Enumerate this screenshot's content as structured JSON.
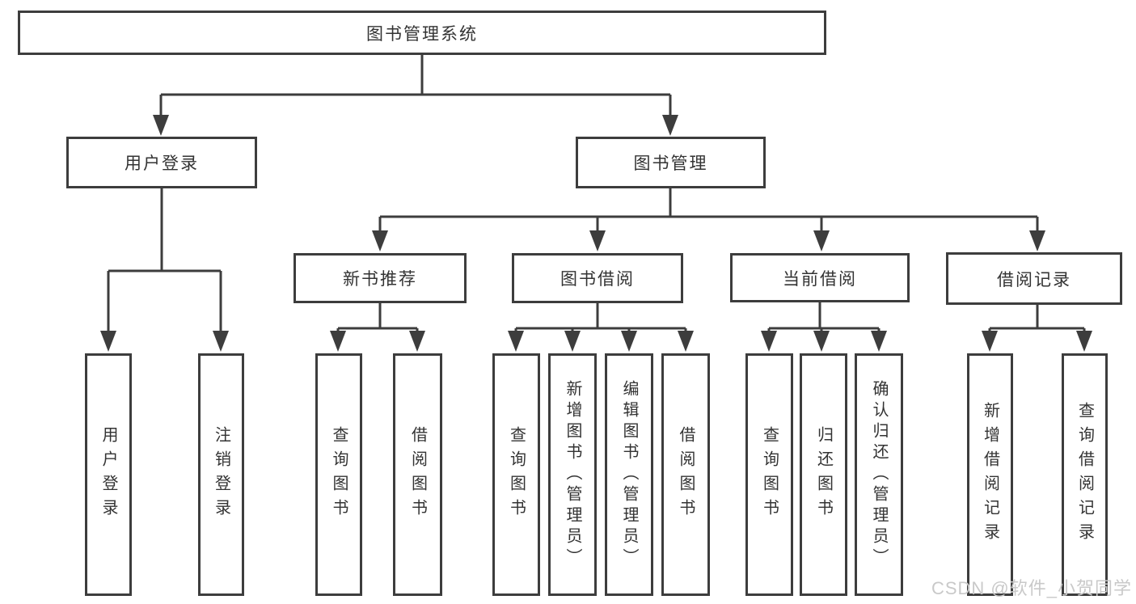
{
  "colors": {
    "background": "#ffffff",
    "line": "#3d3d3d",
    "text": "#333333",
    "watermark": "#c9c9c9"
  },
  "watermark": {
    "text": "CSDN @软件_小贺同学"
  },
  "tree": {
    "root": {
      "label": "图书管理系统"
    },
    "branches": [
      {
        "label": "用户登录",
        "children": [
          {
            "label": "用户登录"
          },
          {
            "label": "注销登录"
          }
        ]
      },
      {
        "label": "图书管理",
        "children": [
          {
            "label": "新书推荐",
            "children": [
              {
                "label": "查询图书"
              },
              {
                "label": "借阅图书"
              }
            ]
          },
          {
            "label": "图书借阅",
            "children": [
              {
                "label": "查询图书"
              },
              {
                "label": "新增图书（管理员）"
              },
              {
                "label": "编辑图书（管理员）"
              },
              {
                "label": "借阅图书"
              }
            ]
          },
          {
            "label": "当前借阅",
            "children": [
              {
                "label": "查询图书"
              },
              {
                "label": "归还图书"
              },
              {
                "label": "确认归还（管理员）"
              }
            ]
          },
          {
            "label": "借阅记录",
            "children": [
              {
                "label": "新增借阅记录"
              },
              {
                "label": "查询借阅记录"
              }
            ]
          }
        ]
      }
    ]
  }
}
